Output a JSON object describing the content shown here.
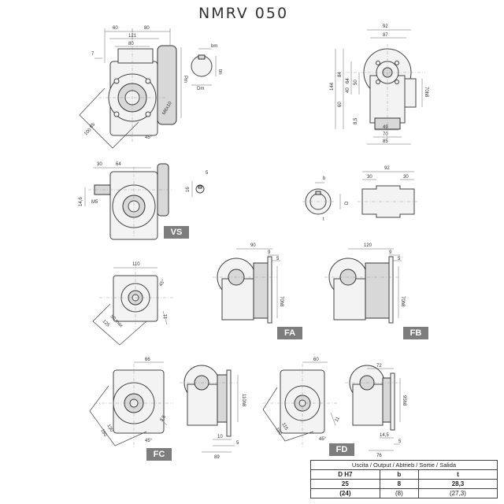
{
  "title": "NMRV 050",
  "badges": {
    "vs": "VS",
    "fa": "FA",
    "fb": "FB",
    "fc": "FC",
    "fd": "FD"
  },
  "dims": {
    "d60": "60",
    "d80": "80",
    "d121": "121",
    "d80b": "80",
    "d7": "7",
    "d85": "85",
    "d100": "100",
    "d45": "45°",
    "dM6x10": "M6x10",
    "dPm": "Pm",
    "dbm": "bm",
    "dtm": "tm",
    "dDm": "Dm",
    "d92": "92",
    "d87": "87",
    "d144": "144",
    "d84": "84",
    "d64": "64",
    "d50": "50",
    "d40": "40",
    "d60b": "60",
    "d8_5": "8,5",
    "d49": "49",
    "d70": "70",
    "d85b": "85",
    "d70h8": "70h8",
    "d30": "30",
    "d64b": "64",
    "d14_6": "14,6",
    "dM5": "M5",
    "d5": "5",
    "d16": "16",
    "db": "b",
    "dD": "D",
    "dt": "t",
    "d92b": "92",
    "d30b": "30",
    "d30c": "30",
    "d110": "110",
    "d45b": "45°",
    "d90": "90 max",
    "d125": "125",
    "d11": "11",
    "d90b": "90",
    "d9": "9",
    "d5b": "5",
    "d70h8b": "70h8",
    "d120": "120",
    "d9b": "9",
    "d5c": "5",
    "d70h8c": "70h8",
    "d66": "66",
    "d130": "130",
    "d160": "160",
    "d45c": "45°",
    "d3_5": "3,5",
    "d110h8": "110h8",
    "d10": "10",
    "d5d": "5",
    "d89": "89",
    "d60c": "60",
    "d115": "115",
    "d150": "150",
    "d45d": "45°",
    "d11b": "11",
    "d72": "72",
    "d95h8": "95h8",
    "d14_5": "14,5",
    "d5e": "5",
    "d76": "76"
  },
  "table": {
    "header": "Uscita / Output / Abtrieb / Sortie / Salida",
    "columns": [
      "D H7",
      "b",
      "t"
    ],
    "rows": [
      [
        "25",
        "8",
        "28,3"
      ],
      [
        "(24)",
        "(8)",
        "(27,3)"
      ]
    ]
  }
}
